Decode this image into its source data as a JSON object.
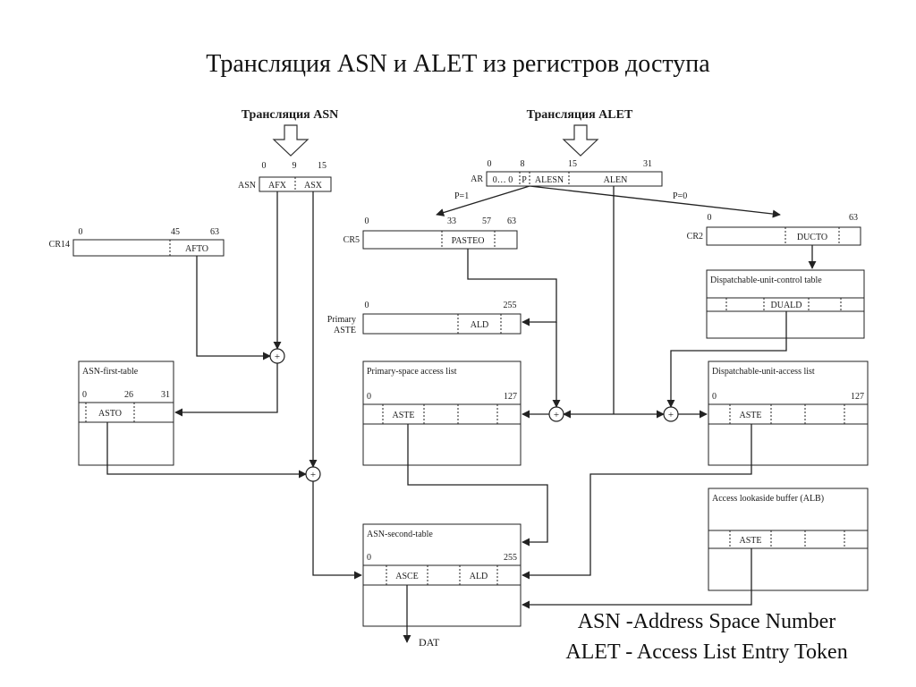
{
  "title": "Трансляция ASN и ALET из регистров доступа",
  "headers": {
    "asn": "Трансляция ASN",
    "alet": "Трансляция ALET"
  },
  "asn_reg": {
    "label": "ASN",
    "b0": "0",
    "b9": "9",
    "b15": "15",
    "afx": "AFX",
    "asx": "ASX"
  },
  "ar_reg": {
    "label": "AR",
    "b0": "0",
    "b8": "8",
    "b15": "15",
    "b31": "31",
    "zeros": "0… 0",
    "p": "P",
    "alesn": "ALESN",
    "alen": "ALEN"
  },
  "p1": "P=1",
  "p0": "P=0",
  "cr14": {
    "label": "CR14",
    "b0": "0",
    "b45": "45",
    "b63": "63",
    "afto": "AFTO"
  },
  "cr5": {
    "label": "CR5",
    "b0": "0",
    "b33": "33",
    "b57": "57",
    "b63": "63",
    "pasteo": "PASTEO"
  },
  "cr2": {
    "label": "CR2",
    "b0": "0",
    "b63": "63",
    "ducto": "DUCTO"
  },
  "duct": {
    "title": "Dispatchable-unit-control table",
    "duald": "DUALD"
  },
  "primary_aste": {
    "label1": "Primary",
    "label2": "ASTE",
    "b0": "0",
    "b255": "255",
    "ald": "ALD"
  },
  "asn_first": {
    "title": "ASN-first-table",
    "b0": "0",
    "b26": "26",
    "b31": "31",
    "asto": "ASTO"
  },
  "psal": {
    "title": "Primary-space access list",
    "b0": "0",
    "b127": "127",
    "aste": "ASTE"
  },
  "dual": {
    "title": "Dispatchable-unit-access list",
    "b0": "0",
    "b127": "127",
    "aste": "ASTE"
  },
  "alb": {
    "title": "Access lookaside buffer (ALB)",
    "aste": "ASTE"
  },
  "asn_second": {
    "title": "ASN-second-table",
    "b0": "0",
    "b255": "255",
    "asce": "ASCE",
    "ald": "ALD"
  },
  "dat": "DAT",
  "adder": "+",
  "legend": {
    "line1": "ASN -Address Space Number",
    "line2": "ALET - Access List Entry Token"
  }
}
